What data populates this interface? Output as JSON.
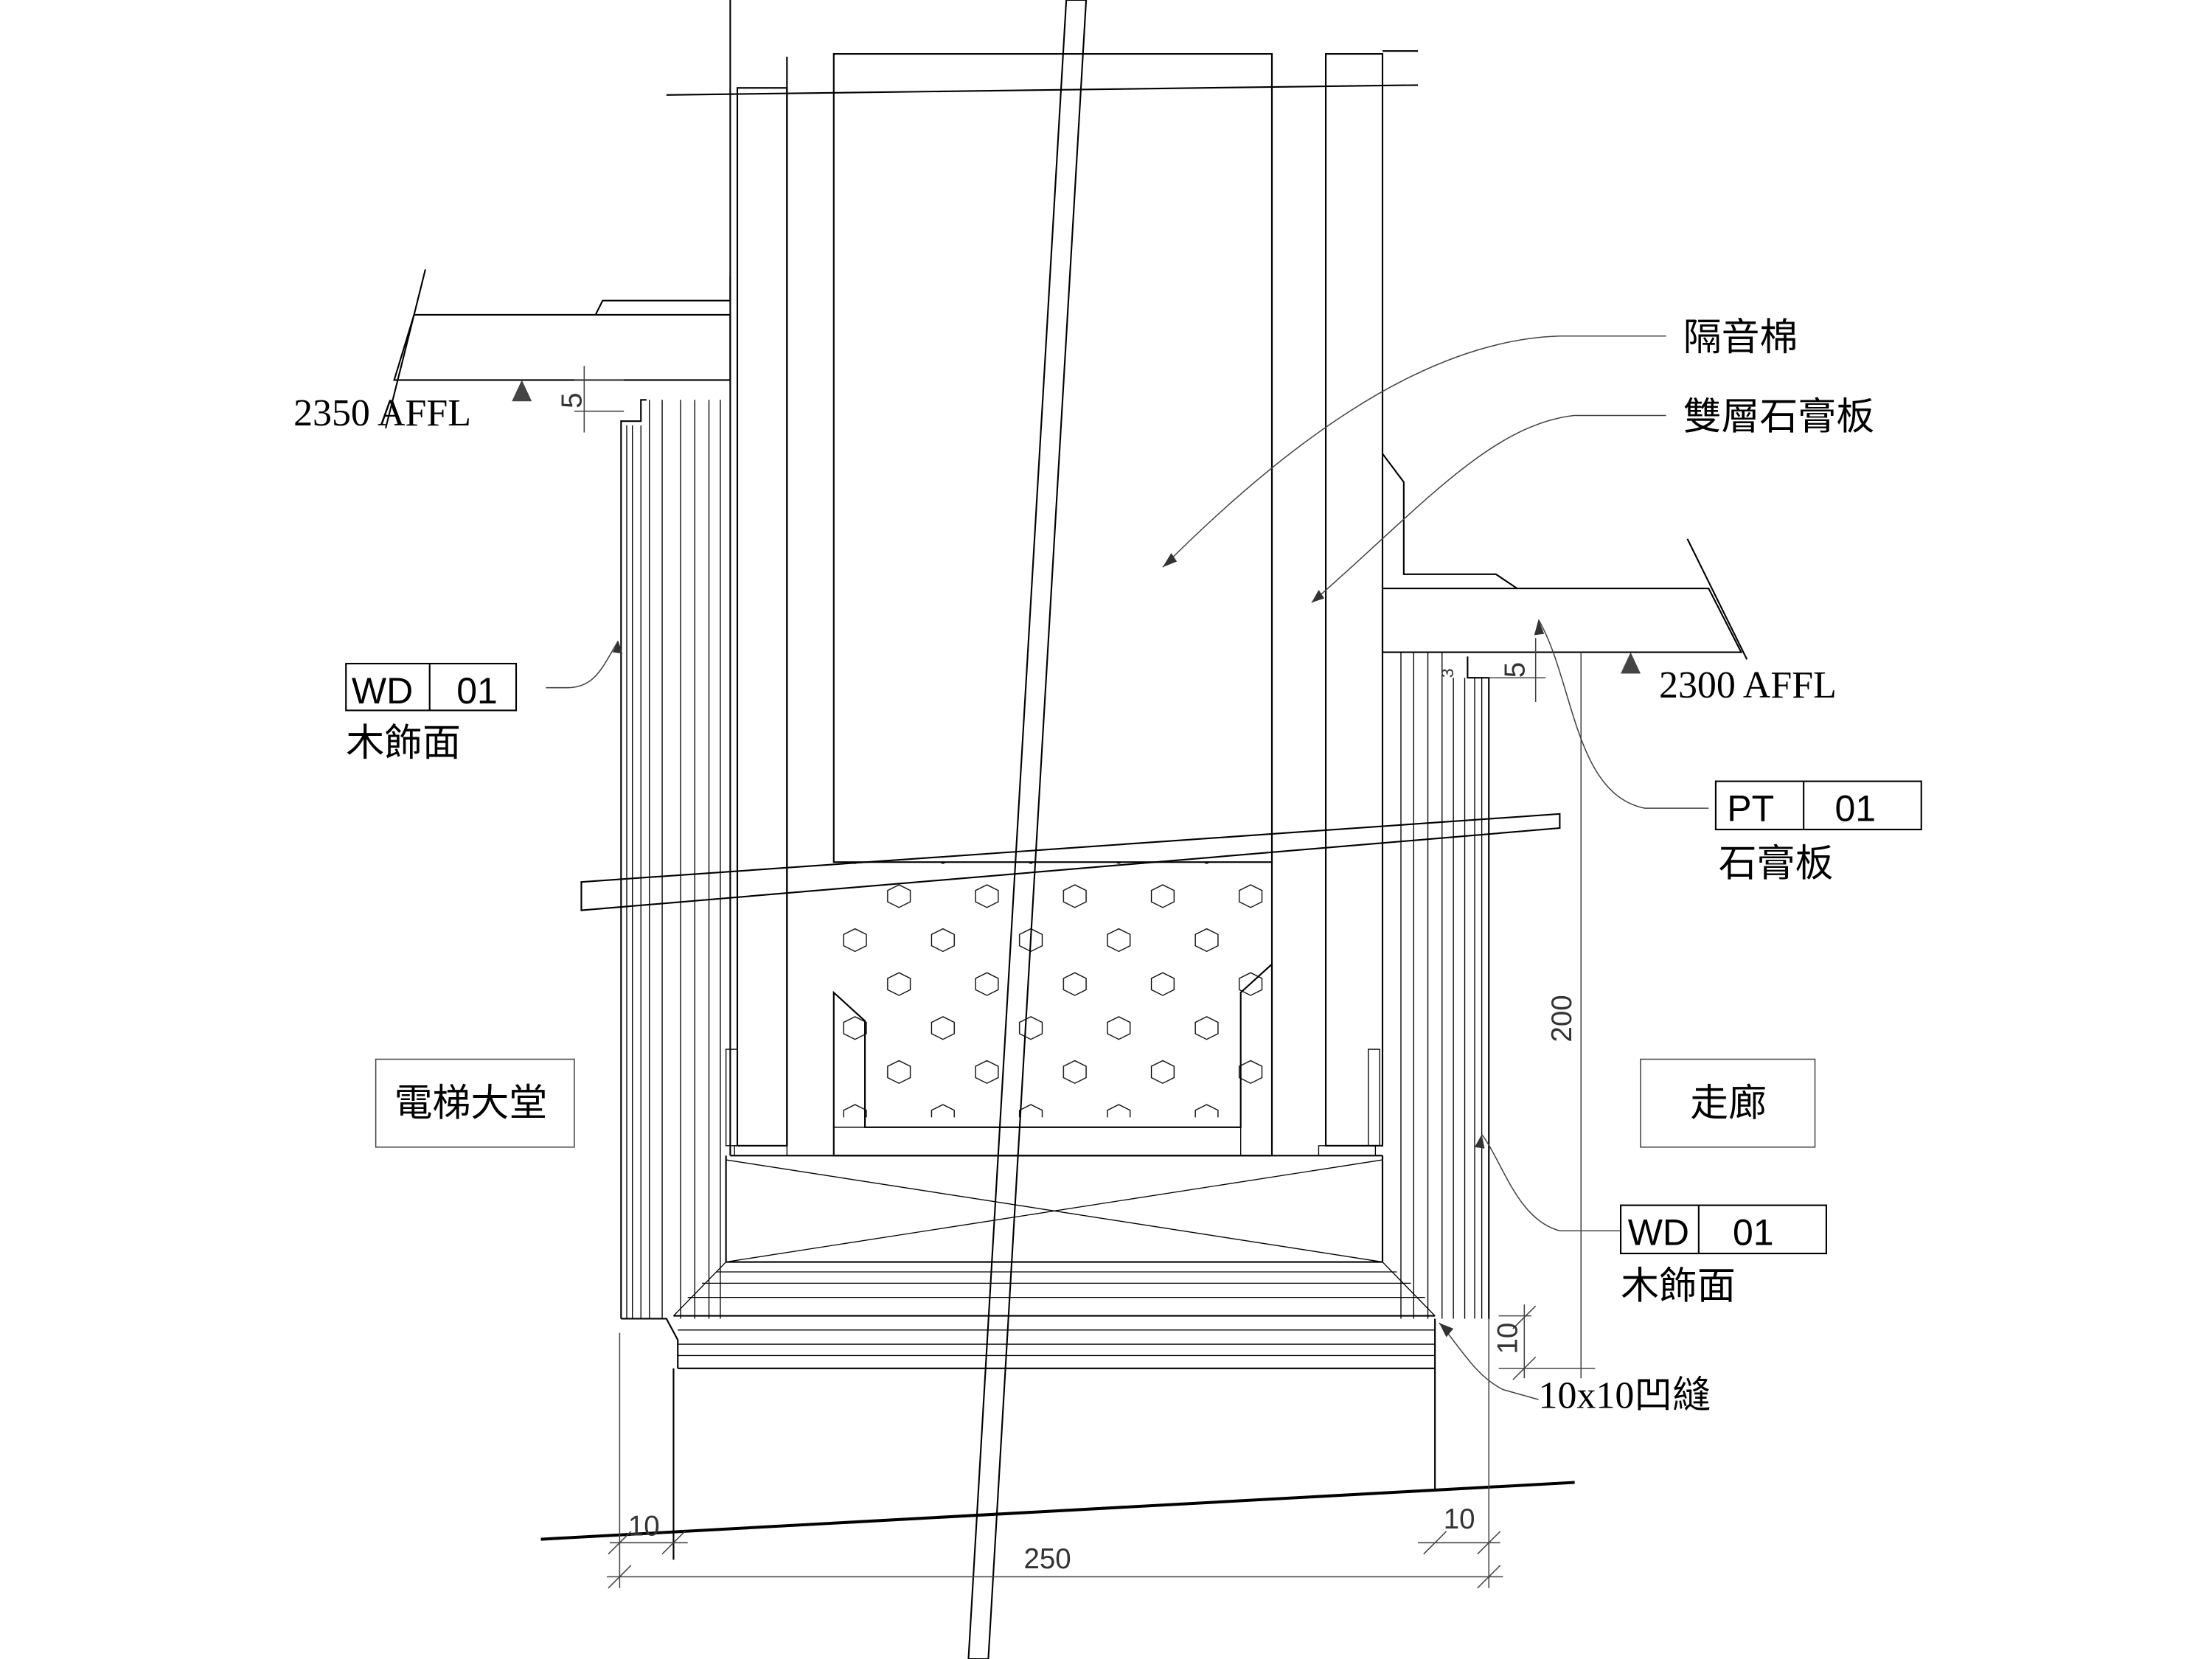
{
  "labels": {
    "insulation": "隔音棉",
    "double_gypsum": "雙層石膏板",
    "left_level": "2350  AFFL",
    "right_level": "2300  AFFL",
    "left_tag_code": "WD",
    "left_tag_num": "01",
    "left_tag_desc": "木飾面",
    "right_tag_code": "WD",
    "right_tag_num": "01",
    "right_tag_desc": "木飾面",
    "pt_tag_code": "PT",
    "pt_tag_num": "01",
    "pt_tag_desc": "石膏板",
    "room_left": "電梯大堂",
    "room_right": "走廊",
    "groove": "10x10凹縫"
  },
  "dimensions": {
    "overall": "250",
    "left_offset": "10",
    "right_offset": "10",
    "height": "200",
    "groove_height": "10",
    "left_ceiling_gap": "5",
    "right_ceiling_gap": "5",
    "right_small": "3"
  }
}
